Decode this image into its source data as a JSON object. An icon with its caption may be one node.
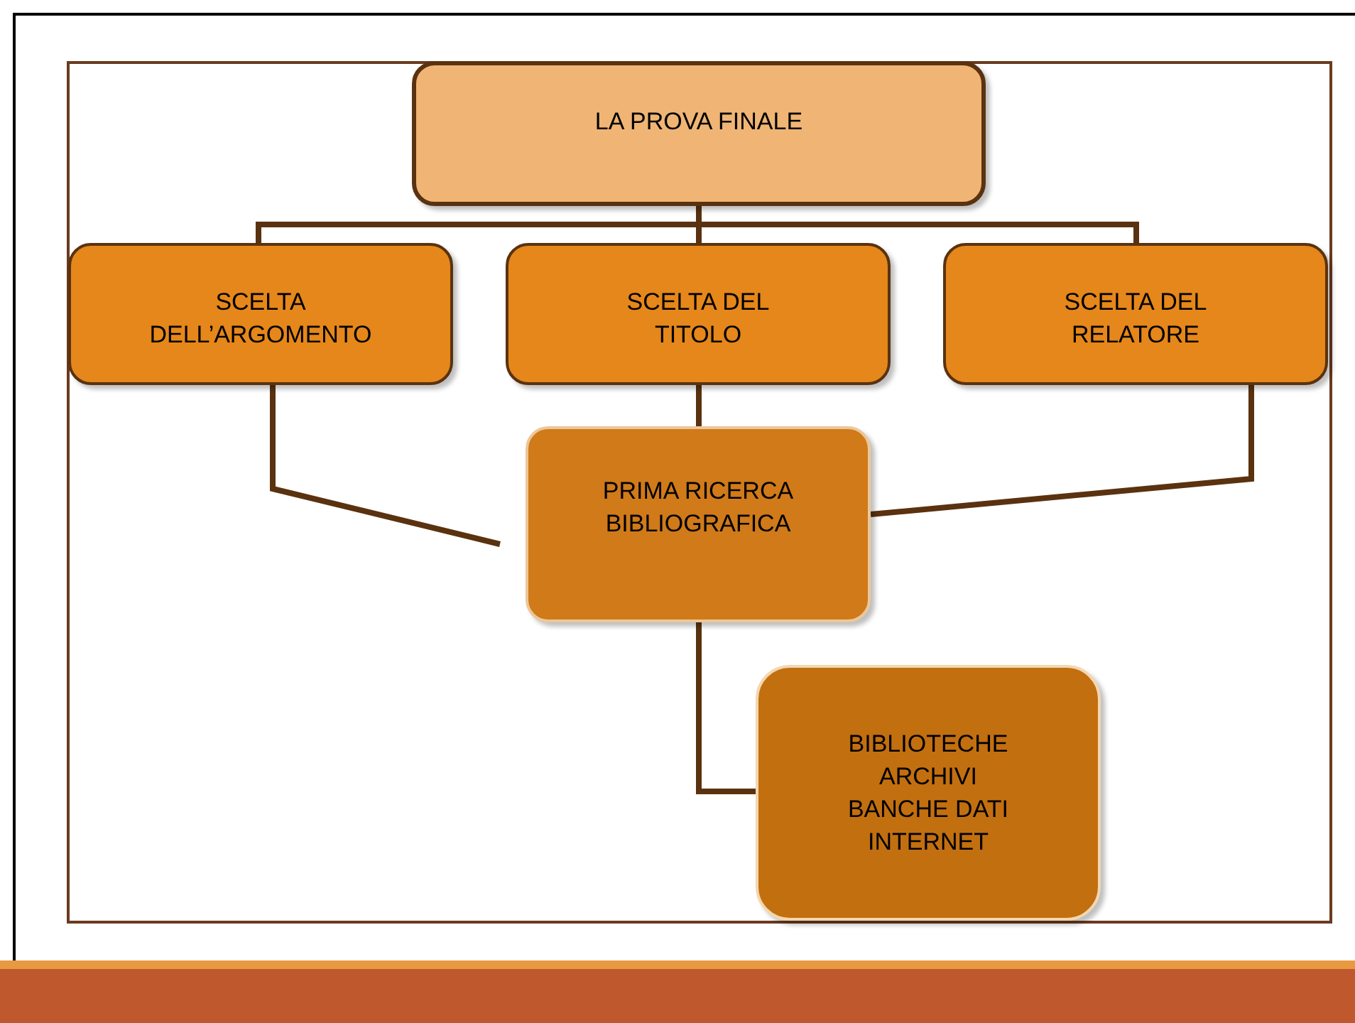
{
  "diagram": {
    "nodes": [
      {
        "text": [
          "LA PROVA FINALE"
        ]
      },
      {
        "text": [
          "SCELTA DELL’ARGOMENTO"
        ]
      },
      {
        "text": [
          "SCELTA DEL TITOLO"
        ]
      },
      {
        "text": [
          "SCELTA DEL RELATORE"
        ]
      },
      {
        "text": [
          "PRIMA RICERCA BIBLIOGRAFICA"
        ]
      },
      {
        "text": [
          "BIBLIOTECHE",
          "ARCHIVI",
          "BANCHE DATI",
          "INTERNET"
        ]
      }
    ],
    "edges": [
      {
        "from": 0,
        "to": 1,
        "arrow": "none"
      },
      {
        "from": 0,
        "to": 2,
        "arrow": "none"
      },
      {
        "from": 0,
        "to": 3,
        "arrow": "none"
      },
      {
        "from": 2,
        "to": 4,
        "arrow": "none"
      },
      {
        "from": 1,
        "to": 4,
        "arrow": "none"
      },
      {
        "from": 3,
        "to": 4,
        "arrow": "none"
      },
      {
        "from": 4,
        "to": 5,
        "arrow": "none"
      }
    ]
  }
}
